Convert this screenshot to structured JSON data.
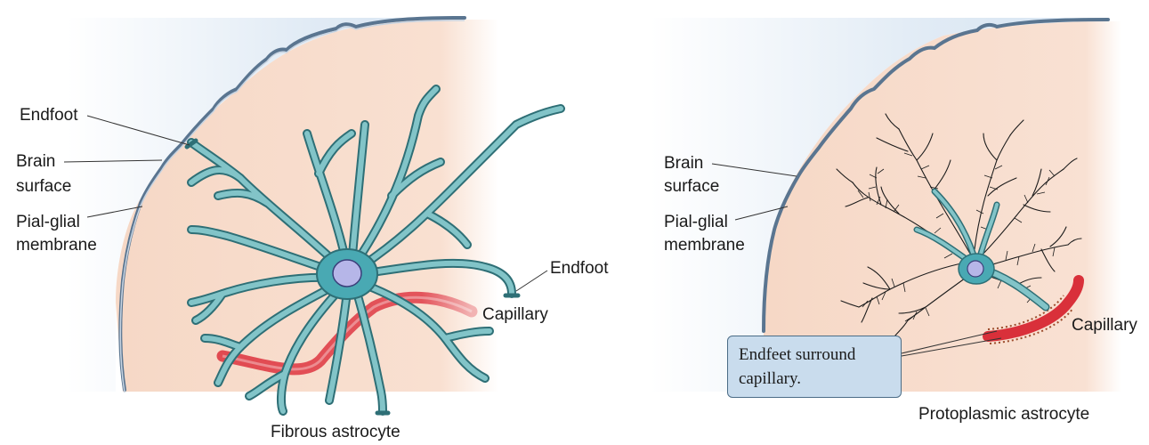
{
  "left_panel": {
    "caption": "Fibrous astrocyte",
    "labels": {
      "endfoot_top": "Endfoot",
      "brain_surface_1": "Brain",
      "brain_surface_2": "surface",
      "pial_glial_1": "Pial-glial",
      "pial_glial_2": "membrane",
      "endfoot_right": "Endfoot",
      "capillary": "Capillary"
    }
  },
  "right_panel": {
    "caption": "Protoplasmic astrocyte",
    "labels": {
      "brain_surface_1": "Brain",
      "brain_surface_2": "surface",
      "pial_glial_1": "Pial-glial",
      "pial_glial_2": "membrane",
      "capillary": "Capillary"
    },
    "callout": {
      "line1": "Endfeet surround",
      "line2": "capillary."
    }
  },
  "colors": {
    "tissue": "#f8dccb",
    "surface_blue": "#dce8f4",
    "membrane": "#5a7590",
    "astrocyte": "#7fc2c6",
    "astrocyte_outline": "#2e6f76",
    "nucleus": "#b6b6e8",
    "capillary": "#d9303a",
    "callout_bg": "#c9dced"
  }
}
